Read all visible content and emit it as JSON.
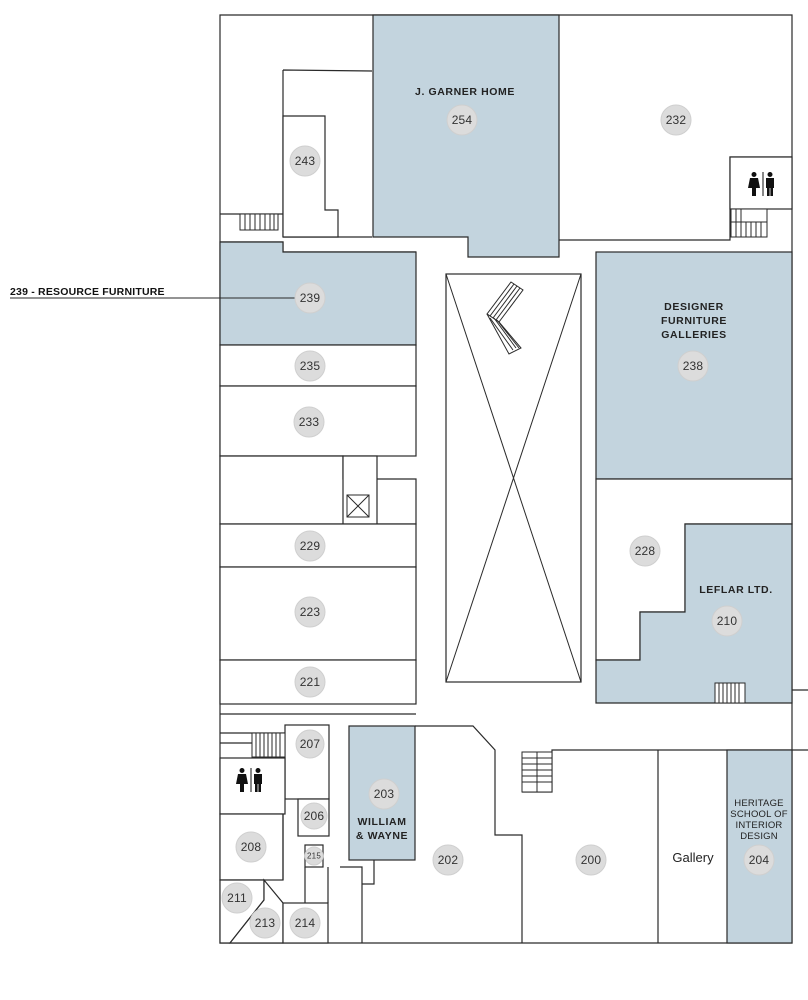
{
  "callout": {
    "text": "239 - RESOURCE FURNITURE"
  },
  "tenants": {
    "j_garner": {
      "name": "J. GARNER HOME",
      "number": "254"
    },
    "resource": {
      "number": "239"
    },
    "designer": {
      "line1": "DESIGNER",
      "line2": "FURNITURE",
      "line3": "GALLERIES",
      "number": "238"
    },
    "leflar": {
      "name": "LEFLAR LTD.",
      "number": "210"
    },
    "william": {
      "line1": "WILLIAM",
      "line2": "& WAYNE",
      "number": "203"
    },
    "heritage": {
      "line1": "HERITAGE",
      "line2": "SCHOOL OF",
      "line3": "INTERIOR",
      "line4": "DESIGN",
      "number": "204"
    }
  },
  "rooms": {
    "r232": "232",
    "r243": "243",
    "r235": "235",
    "r233": "233",
    "r229": "229",
    "r223": "223",
    "r221": "221",
    "r228": "228",
    "r207": "207",
    "r206": "206",
    "r208": "208",
    "r215": "215",
    "r211": "211",
    "r213": "213",
    "r214": "214",
    "r202": "202",
    "r200": "200"
  },
  "gallery": "Gallery",
  "icons": [
    "restroom-icon",
    "elevator-icon",
    "stairs-icon",
    "atrium-void"
  ],
  "colors": {
    "tenant_fill": "#c3d4de",
    "badge_fill": "#dcdcdc",
    "wall": "#2a2a2a"
  }
}
